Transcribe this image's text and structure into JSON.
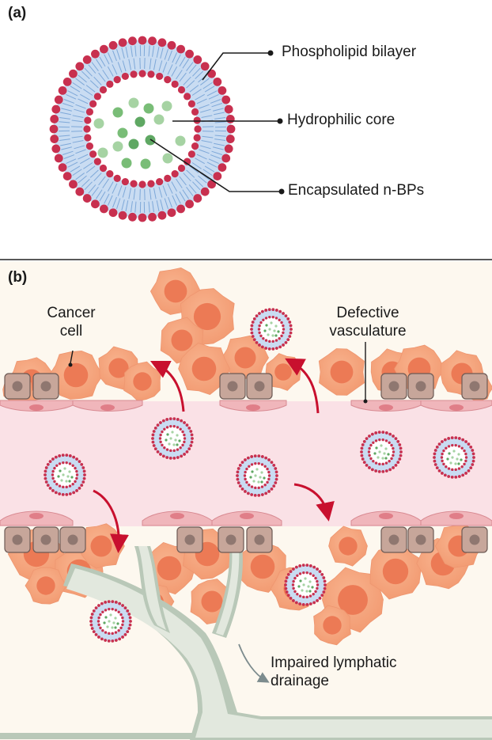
{
  "panel_a": {
    "label": "(a)",
    "callouts": {
      "phospholipid": "Phospholipid bilayer",
      "core": "Hydrophilic core",
      "encapsulated": "Encapsulated n-BPs"
    }
  },
  "panel_b": {
    "label": "(b)",
    "labels": {
      "cancer_line1": "Cancer",
      "cancer_line2": "cell",
      "vasc_line1": "Defective",
      "vasc_line2": "vasculature",
      "lymph_line1": "Impaired lymphatic",
      "lymph_line2": "drainage"
    }
  },
  "colors": {
    "head_red": "#c8304f",
    "bilayer_blue": "#c9dcf2",
    "tail_blue": "#7ea8d8",
    "np_green": "#5fa863",
    "np_green_light": "#a6d3a3",
    "cancer_orange": "#f5a47c",
    "nucleus_orange": "#ec7a55",
    "endothelial_pink": "#f0b6bb",
    "vessel_pink": "#fae1e6",
    "pericyte_brown": "#c7a69a",
    "lymph_grey": "#dfe5dd",
    "arrow_red": "#c8102e",
    "tissue_bg": "#fdf8ef"
  }
}
